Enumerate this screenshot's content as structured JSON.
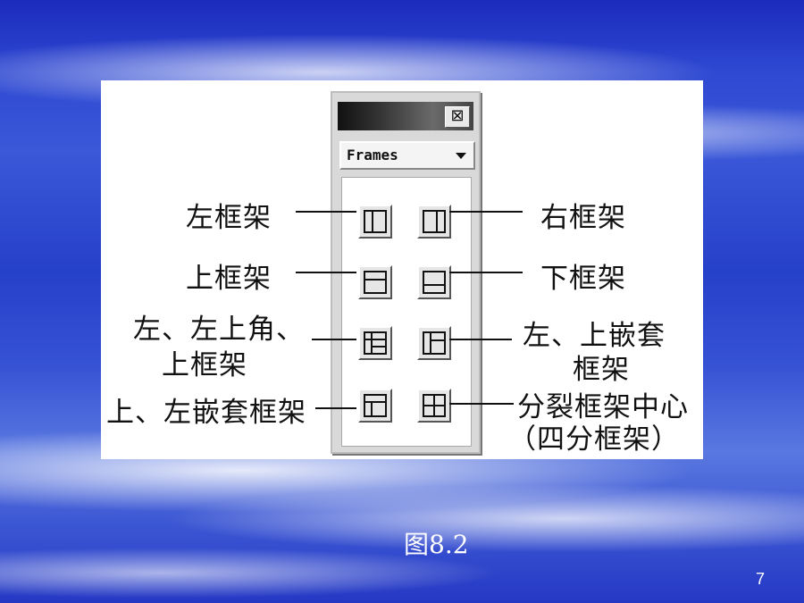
{
  "panel": {
    "close_symbol": "⊠",
    "dropdown_value": "Frames"
  },
  "labels": {
    "left_frame": "左框架",
    "right_frame": "右框架",
    "top_frame": "上框架",
    "bottom_frame": "下框架",
    "left_topleft_line1": "左、左上角、",
    "left_topleft_line2": "上框架",
    "left_top_nested_line1": "左、上嵌套",
    "left_top_nested_line2": "框架",
    "top_left_nested": "上、左嵌套框架",
    "split_center_line1": "分裂框架中心",
    "split_center_line2": "（四分框架）"
  },
  "caption": "图8.2",
  "page_number": "7",
  "icons": [
    "close-icon",
    "chevron-down-icon",
    "frame-left-icon",
    "frame-right-icon",
    "frame-top-icon",
    "frame-bottom-icon",
    "frame-left-topleft-top-icon",
    "frame-left-top-nested-icon",
    "frame-top-left-nested-icon",
    "frame-split-center-icon"
  ]
}
